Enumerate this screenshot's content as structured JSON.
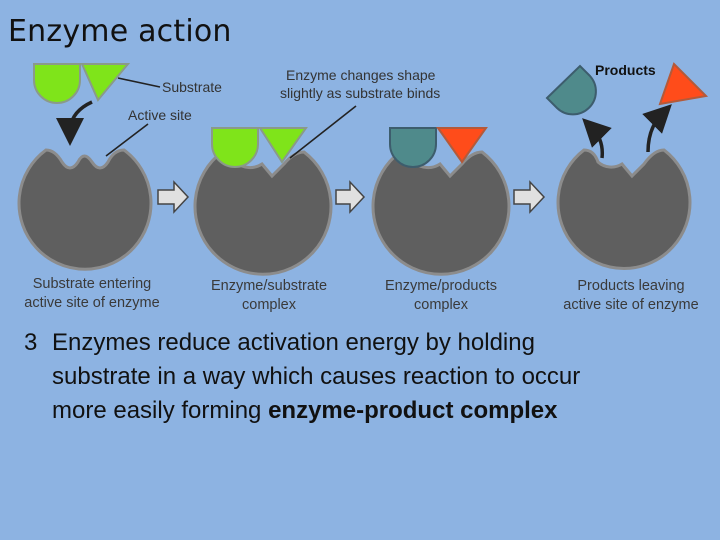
{
  "slide": {
    "title": "Enzyme action"
  },
  "diagram": {
    "labels": {
      "substrate": "Substrate",
      "active_site": "Active site",
      "shape_change_line1": "Enzyme changes shape",
      "shape_change_line2": "slightly as substrate binds",
      "products": "Products"
    },
    "captions": [
      {
        "line1": "Substrate entering",
        "line2": "active site of enzyme"
      },
      {
        "line1": "Enzyme/substrate",
        "line2": "complex"
      },
      {
        "line1": "Enzyme/products",
        "line2": "complex"
      },
      {
        "line1": "Products leaving",
        "line2": "active site of enzyme"
      }
    ],
    "colors": {
      "background": "#8db3e2",
      "enzyme": "#5f5f5f",
      "substrate": "#7fe41a",
      "product_round": "#4f8a8b",
      "product_triangle": "#ff4c1a"
    }
  },
  "body": {
    "number": "3",
    "line1": "Enzymes reduce activation energy by holding",
    "line2": "substrate in a way which causes reaction to occur",
    "line3_prefix": "more easily forming ",
    "line3_bold": "enzyme-product complex"
  }
}
